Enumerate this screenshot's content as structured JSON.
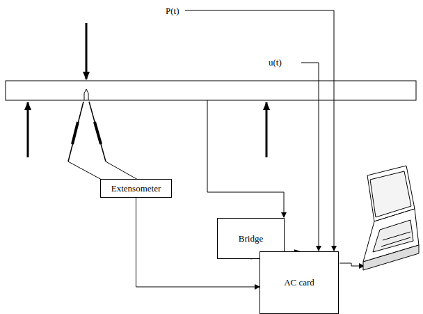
{
  "diagram": {
    "nodes": [
      {
        "text": [
          "Extensometer"
        ]
      },
      {
        "text": [
          "Bridge"
        ]
      },
      {
        "text": [
          "AC card"
        ]
      }
    ],
    "edges": [
      {
        "from": 0,
        "to": 2,
        "arrow": "to"
      },
      {
        "from": 1,
        "to": 2,
        "arrow": "to"
      }
    ],
    "labels": [
      "P(t)",
      "u(t)"
    ]
  }
}
